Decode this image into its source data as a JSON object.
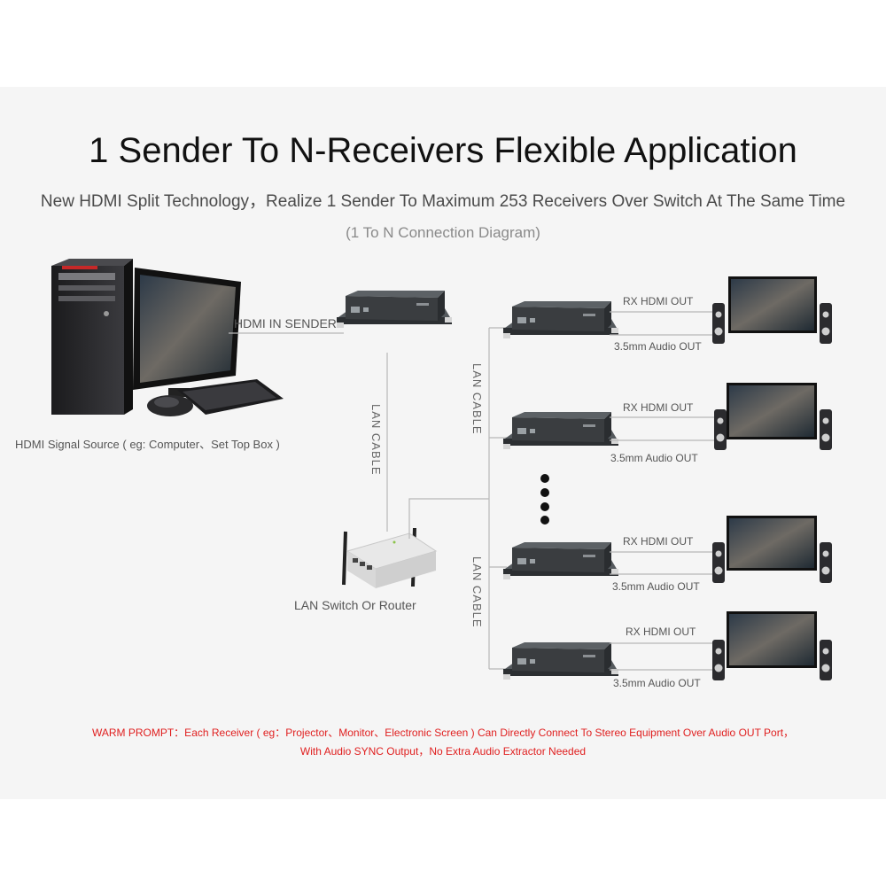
{
  "title": "1 Sender To N-Receivers Flexible Application",
  "subtitle": "New HDMI Split Technology，Realize 1 Sender To Maximum 253 Receivers Over Switch At The Same Time",
  "diagram_caption": "(1 To N Connection Diagram)",
  "source_label": "HDMI Signal Source ( eg: Computer、Set Top Box )",
  "sender_label": "HDMI IN SENDER",
  "switch_label": "LAN Switch Or Router",
  "lan_cable_label": "LAN CABLE",
  "receivers": [
    {
      "video_label": "RX HDMI OUT",
      "audio_label": "3.5mm Audio OUT"
    },
    {
      "video_label": "RX HDMI OUT",
      "audio_label": "3.5mm Audio OUT"
    },
    {
      "video_label": "RX HDMI OUT",
      "audio_label": "3.5mm Audio OUT"
    },
    {
      "video_label": "RX HDMI OUT",
      "audio_label": "3.5mm Audio OUT"
    }
  ],
  "warm_prompt_line1": "WARM PROMPT：Each Receiver ( eg：Projector、Monitor、Electronic Screen ) Can Directly Connect To Stereo Equipment Over Audio OUT Port，",
  "warm_prompt_line2": "With Audio SYNC Output，No Extra Audio Extractor Needed",
  "colors": {
    "panel_bg": "#f5f5f5",
    "device": "#3a3d40",
    "warning": "#e02020",
    "line": "#b8b8b8"
  }
}
